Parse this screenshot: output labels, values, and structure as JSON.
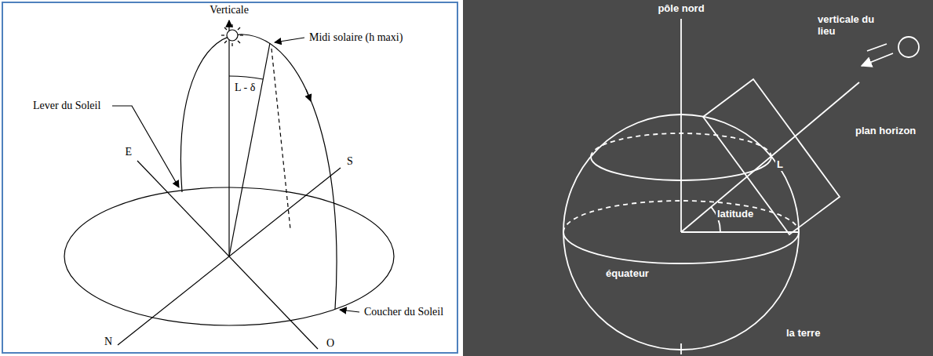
{
  "diagram": {
    "labels": [
      "Verticale",
      "Midi solaire (h maxi)",
      "L - δ",
      "Lever du Soleil",
      "E",
      "S",
      "N",
      "O",
      "Coucher du Soleil",
      "pôle nord",
      "verticale du lieu",
      "plan horizon",
      "L",
      "latitude",
      "équateur",
      "la terre"
    ]
  }
}
